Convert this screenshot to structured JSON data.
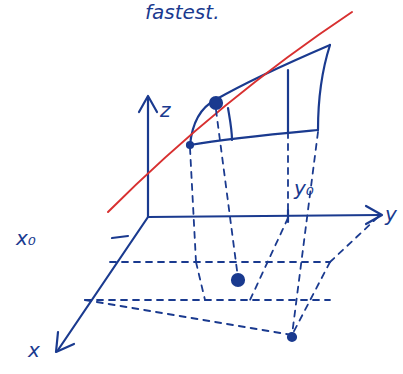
{
  "diagram": {
    "labels": [
      "fastest.",
      "z",
      "y",
      "x",
      "x₀",
      "y₀"
    ]
  }
}
